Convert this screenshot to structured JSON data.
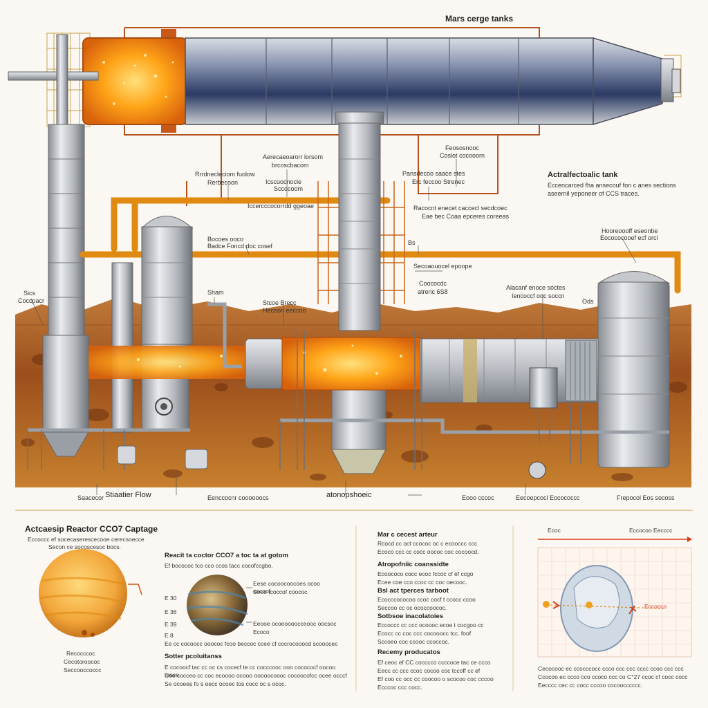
{
  "top": {
    "title": "Mars cerge tanks",
    "side_heading": "Actralfectoalic tank",
    "side_text_1": "Eccencarced fha ansecouf fon c anes sections",
    "side_text_2": "aseernil yeponeer of CCS traces."
  },
  "callouts": {
    "c1": "Rrrdnecleciom fuolow",
    "c1b": "Rerbecoon",
    "c2": "Aerecaeoarorr lorsom",
    "c2b": "brcoscbacom",
    "c3": "Icscuocnocle",
    "c3b": "Sccocoom",
    "c4": "Iccercccocorrdd ggeoae",
    "c5": "Feososnooc",
    "c5b": "Coslot cocooorn",
    "c6": "Pansdecoo saace stes",
    "c6b": "Erc feccoo Strenec",
    "c7": "Racocnt enecet caccecl secdcoec",
    "c7b": "Eae bec Coaa epceres coreeas",
    "c8": "Bocoes ooco",
    "c8b": "Badce Foncd doc cosef",
    "c9": "Secoaouocel epoope",
    "c10": "Coococdc",
    "c10b": "atrenc 6S8",
    "c11": "Alacanf enoce soctes",
    "c11b": "Iencoccf ooc soccn",
    "c12": "Hooreoooff eseonbe",
    "c12b": "Eocococooef ecf orcl",
    "c13": "Sics",
    "c13b": "Coccpacr",
    "c14": "Sham",
    "c15": "Stcoe Brecc",
    "c15b": "Heceon eeccoo",
    "c16": "Ods",
    "c17": "Bs",
    "bottom_left": "Saacecor",
    "bottom_flow": "Stiaatier Flow",
    "bottom_2": "Eenccocnr coooooocs",
    "bottom_atmo": "atonopshoeic",
    "bottom_3": "Eooo cccoc",
    "bottom_4": "Eecoepcocl Eocococcc",
    "bottom_5": "Frepocol Eos socoss"
  },
  "panel_left": {
    "title": "Actcaesip Reactor CCO7 Captage",
    "line1": "Eccoccc ef socecaserescecooe cerecsoecce",
    "line2": "Secon ce socoscesoc bocs.",
    "sub_heading": "Reacit ta coctor CCO7 a toc ta at gotom",
    "sub_text": "Ef bocococ tco cco ccos tacc cocofccgbo.",
    "planet1_label_1": "Recocccoc",
    "planet1_label_2": "Cecotoroococ",
    "planet1_label_3": "Seccooccoccc",
    "small_1": "E 30",
    "small_2": "E 36",
    "small_3": "E 39",
    "small_4": "E 8",
    "planet2_text_1": "Eese cocoocoocoes ocoo cocoof",
    "planet2_text_2": "Sooo tcoccof coococ",
    "planet2_text_3": "Eeooe ocoeoooocceooc oocsoc",
    "planet2_text_4": "Ecoco",
    "planet2_text_5": "Ee cc cocoocc ooococ fcoo beccoc ccee cf cocrocooocd scooocec",
    "bottom_heading": "Sotter pcoluitanss",
    "bottom_text_1": "E cocoocf tac cc oc cs cocecf te cc cocccooc ooo cocococf oocoo teoce",
    "bottom_text_2": "Coe cocceo cc coc ecoooo ocooo ooooocoooc cocoocofcc ocee occcf",
    "bottom_text_3": "Se ocoees fo s eecc ocoec tos cocc oc s ococ."
  },
  "panel_mid": {
    "h1": "Mar c cecest arteur",
    "t1a": "Rcocd cc oct ccococ oc c ecooccc ccc",
    "t1b": "Ecoco ccc cc cocc oococ coc cocoocd.",
    "h2": "Atropofniic coanssidte",
    "t2a": "Ecoococo cocc ecoc fccoc cf ef ccgo",
    "t2b": "Ecee coe cco ccoc cc coc oecooc.",
    "h3": "Bsl act tperces tarboot",
    "t3a": "Ecocccococoo ccoc cocf t ccocc ccoo",
    "t3b": "Seccoo cc oc ococcoococ.",
    "h4": "Sotbsoe inacolatoies",
    "t4a": "Eccoccc cc ccc ocoooc ecoe t cocgoo cc",
    "t4b": "Ecocc cc coc ccc cocooocc tcc. foof",
    "t4c": "Sccoeo coc ccooc ccoccoc.",
    "h5": "Recemy producatos",
    "t5a": "Ef ceoc ef CC cocccco ccccoce tac ce ccco",
    "t5b": "Eecc cc ccc ccoc cocoo coc tccoff cc ef",
    "t5c": "Ef coo cc occ cc coocoo o scocoo coc cccoo",
    "t5d": "Ecccoc ccc cocc."
  },
  "panel_right": {
    "legend_1": "Ecoc",
    "legend_2": "Eccocoo Eecccc",
    "marker_label": "Eccocco",
    "foot_1": "Cecocooc ec ccocccocc ccco ccc ccc cccc ccoo ccc ccc",
    "foot_2": "Ccocoo ec ccco cco ccoco ccc co C°27 ccoc cf cocc cocc",
    "foot_3": "Eecccc cec cc cocc cccoo cocoocccccc."
  },
  "colors": {
    "background": "#fbf8f3",
    "steel": "#b9bcc0",
    "steel_dark": "#6d7177",
    "navy": "#2b3a63",
    "pipe_orange": "#e08a12",
    "copper_line": "#b5521b",
    "glow": "#ffb01a",
    "mars_soil": "#a4561f",
    "accent_gold": "#c9a24a"
  }
}
